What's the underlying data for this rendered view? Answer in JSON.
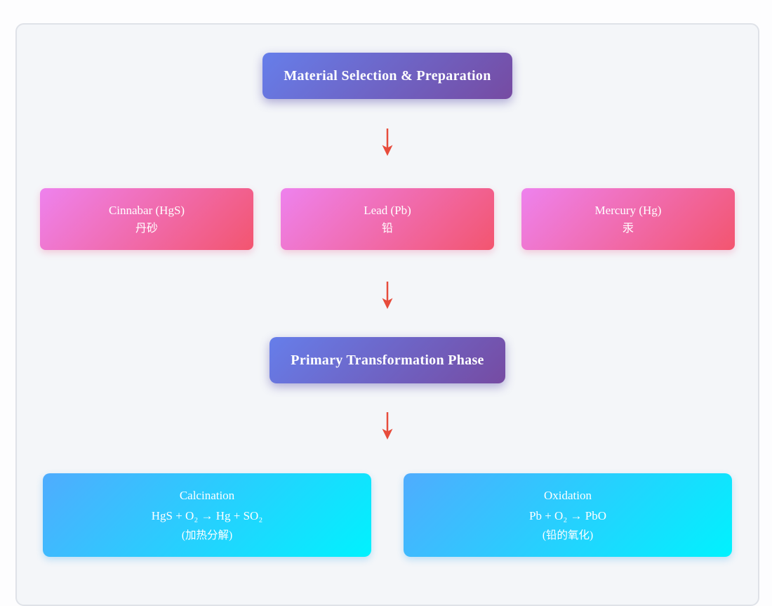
{
  "stages": {
    "selection": "Material Selection & Preparation",
    "transformation": "Primary Transformation Phase"
  },
  "materials": [
    {
      "name": "Cinnabar (HgS)",
      "chinese": "丹砂"
    },
    {
      "name": "Lead (Pb)",
      "chinese": "铅"
    },
    {
      "name": "Mercury (Hg)",
      "chinese": "汞"
    }
  ],
  "processes": [
    {
      "name": "Calcination",
      "formula": "HgS + O₂ → Hg + SO₂",
      "note": "(加热分解)"
    },
    {
      "name": "Oxidation",
      "formula": "Pb + O₂ → PbO",
      "note": "(铅的氧化)"
    }
  ],
  "colors": {
    "stage_gradient_start": "#667eea",
    "stage_gradient_end": "#764ba2",
    "material_gradient_start": "#ee82ee",
    "material_gradient_end": "#f3556f",
    "process_gradient_start": "#4facfe",
    "process_gradient_end": "#00f2fe",
    "arrow": "#e74c3c",
    "canvas_background": "#f4f6f9",
    "canvas_border": "#dfe2e8",
    "page_background": "#fdfdfe",
    "box_text": "#ffffff"
  }
}
